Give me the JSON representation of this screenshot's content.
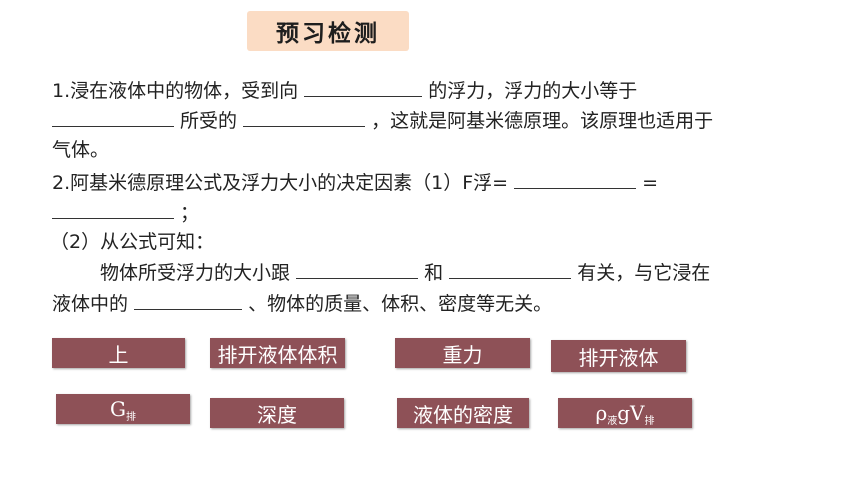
{
  "title": "预习检测",
  "q1": {
    "part1": "1.浸在液体中的物体，受到向",
    "part2": "的浮力，浮力的大小等于",
    "part3": "所受的",
    "part4": "，这就是阿基米德原理。该原理也适用于",
    "part5": "气体。"
  },
  "q2": {
    "part1": "2.阿基米德原理公式及浮力大小的决定因素（1）F浮=",
    "part2": "=",
    "part3": "；",
    "sub_title": "（2）从公式可知：",
    "part4": "物体所受浮力的大小跟",
    "part5": "和",
    "part6": "有关，与它浸在",
    "part7": "液体中的",
    "part8": "、物体的质量、体积、密度等无关。"
  },
  "answers": {
    "up": "上",
    "displaced_volume": "排开液体体积",
    "gravity": "重力",
    "displaced_liquid": "排开液体",
    "g_main": "G",
    "g_sub": "排",
    "depth": "深度",
    "liquid_density": "液体的密度",
    "formula_rho": "ρ",
    "formula_liq": "液",
    "formula_gv": "gV",
    "formula_pai": "排"
  },
  "colors": {
    "title_bg": "#fbdcc4",
    "answer_bg": "#8e5157"
  }
}
